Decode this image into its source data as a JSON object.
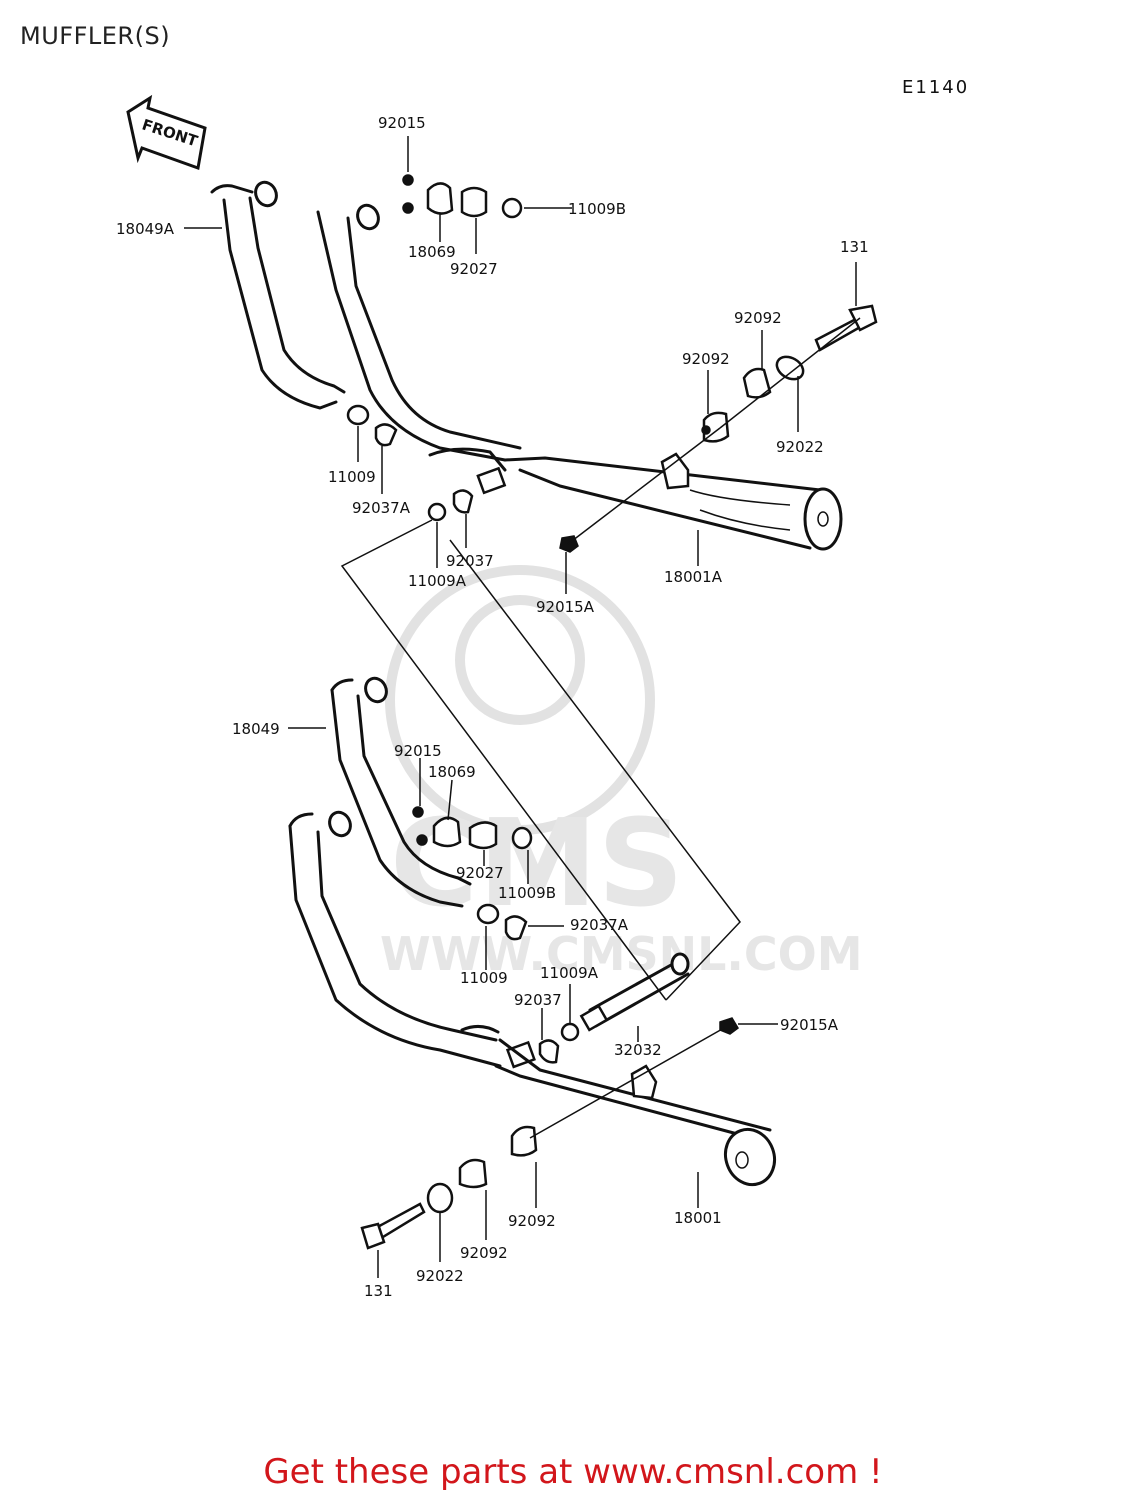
{
  "page_title": "MUFFLER(S)",
  "diagram_code": "E1140",
  "front_arrow_label": "FRONT",
  "watermark": {
    "logo_text": "CMS",
    "url_text": "WWW.CMSNL.COM"
  },
  "promo_text": "Get these parts at www.cmsnl.com !",
  "upper_assembly": {
    "pipe_left": "18049A",
    "washer_top": "92015",
    "gasket_holder": "18069",
    "collar": "92027",
    "gasket_ring": "11009B",
    "bolt": "131",
    "damper_upper": "92092",
    "damper_lower": "92092",
    "washer_plate": "92022",
    "gasket": "11009",
    "clamp_a": "92037A",
    "clamp": "92037",
    "gasket_a": "11009A",
    "nut": "92015A",
    "muffler": "18001A"
  },
  "lower_assembly": {
    "pipe_left": "18049",
    "washer_top": "92015",
    "gasket_holder": "18069",
    "collar": "92027",
    "gasket_ring": "11009B",
    "clamp_a": "92037A",
    "gasket": "11009",
    "gasket_a": "11009A",
    "clamp": "92037",
    "connector_pipe": "32032",
    "nut": "92015A",
    "damper_upper": "92092",
    "muffler": "18001",
    "damper_lower": "92092",
    "washer_plate": "92022",
    "bolt": "131"
  }
}
